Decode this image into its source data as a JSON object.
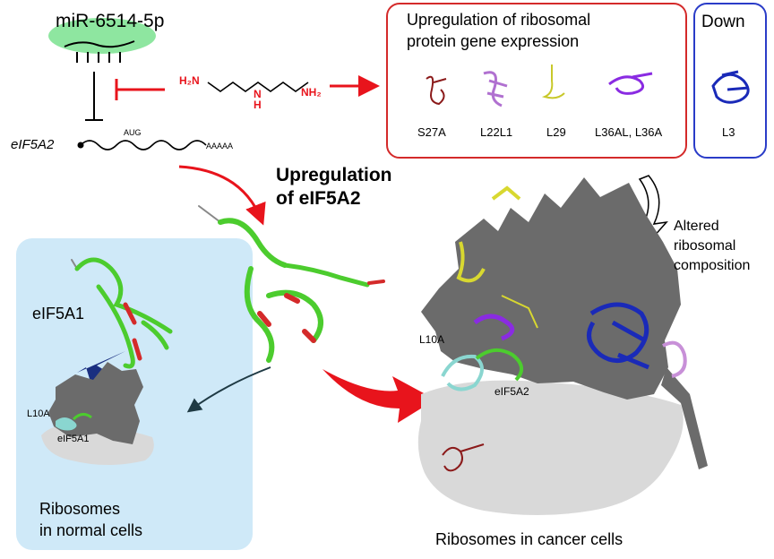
{
  "mirna": {
    "label": "miR-6514-5p"
  },
  "polyamine": {
    "left_group": "H₂N",
    "middle_group": "N",
    "middle_h": "H",
    "right_group": "NH₂"
  },
  "mrna": {
    "gene": "eIF5A2",
    "start_codon": "AUG",
    "poly_a": "AAAAA"
  },
  "upregulation_label": {
    "line1": "Upregulation",
    "line2": "of eIF5A2"
  },
  "up_box": {
    "title_line1": "Upregulation of ribosomal",
    "title_line2": "protein gene expression",
    "proteins": [
      "S27A",
      "L22L1",
      "L29",
      "L36AL, L36A"
    ]
  },
  "down_box": {
    "title": "Down",
    "proteins": [
      "L3"
    ]
  },
  "altered_label": {
    "line1": "Altered",
    "line2": "ribosomal",
    "line3": "composition"
  },
  "normal_panel": {
    "protein_label": "eIF5A1",
    "l10a": "L10A",
    "factor_label": "eIF5A1",
    "caption_line1": "Ribosomes",
    "caption_line2": "in normal cells"
  },
  "cancer_panel": {
    "l10a": "L10A",
    "factor_label": "eIF5A2",
    "caption": "Ribosomes in cancer cells"
  },
  "colors": {
    "red": "#e8141c",
    "box_red": "#d42a2a",
    "box_blue": "#2a3cc8",
    "panel_blue": "#cfe9f8",
    "ribosome_dark": "#6b6b6b",
    "ribosome_light": "#d9d9d9",
    "mirna_green": "#8ee6a0"
  }
}
